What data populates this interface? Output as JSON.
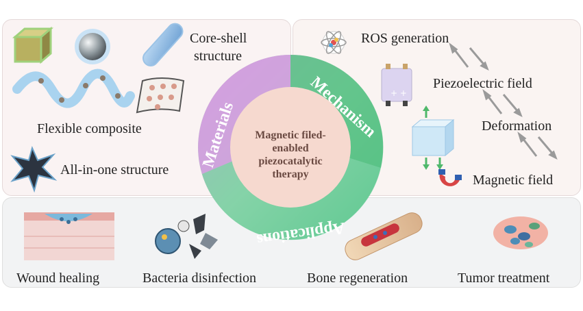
{
  "center": {
    "line1": "Magnetic filed-",
    "line2": "enabled",
    "line3": "piezocatalytic",
    "line4": "therapy"
  },
  "ring": {
    "materials": "Materials",
    "mechanism": "Mechanism",
    "applications": "Applications"
  },
  "materials": {
    "core_shell_line1": "Core-shell",
    "core_shell_line2": "structure",
    "flexible": "Flexible composite",
    "all_in_one": "All-in-one structure"
  },
  "mechanism": {
    "ros": "ROS generation",
    "piezo": "Piezoelectric field",
    "deformation": "Deformation",
    "magnetic": "Magnetic field"
  },
  "applications": {
    "wound": "Wound healing",
    "bacteria": "Bacteria disinfection",
    "bone": "Bone regeneration",
    "tumor": "Tumor treatment"
  },
  "colors": {
    "materials_arc": "#c38fd6",
    "mechanism_arc": "#4fbf7a",
    "applications_arc": "#5fcf9a",
    "center_fill": "#f6d9cf"
  }
}
